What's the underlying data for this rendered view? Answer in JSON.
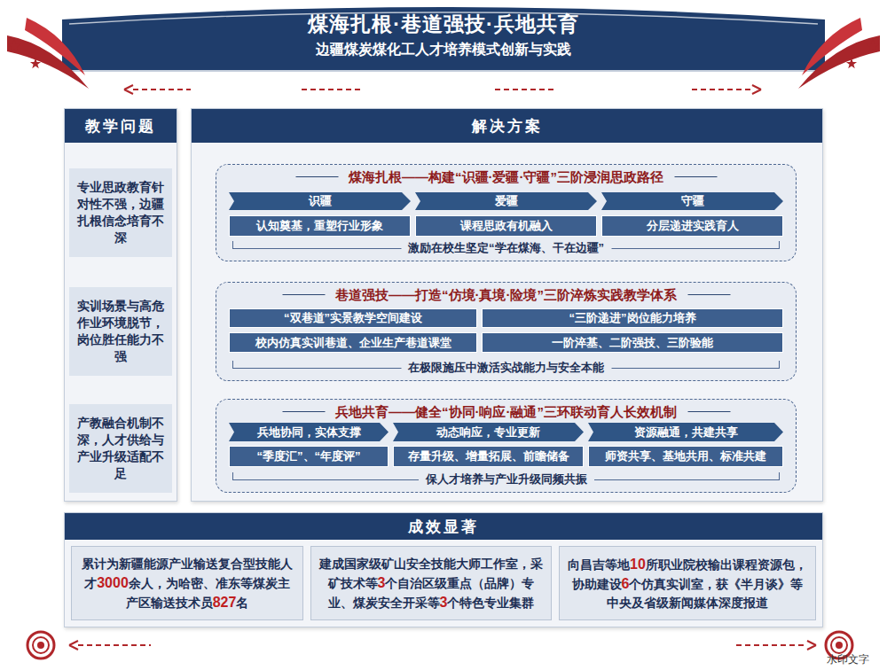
{
  "diagram": {
    "title": "煤海扎根·巷道强技·兵地共育",
    "nodes": [
      {
        "text": [
          "教学问题"
        ]
      },
      {
        "text": [
          "专业思政教育针对性不强，边疆扎根信念培育不深"
        ],
        "in": 0
      },
      {
        "text": [
          "实训场景与高危作业环境脱节，岗位胜任能力不强"
        ],
        "in": 0
      },
      {
        "text": [
          "产教融合机制不深，人才供给与产业升级适配不足"
        ],
        "in": 0
      },
      {
        "text": [
          "解决方案"
        ]
      },
      {
        "text": [
          "煤海扎根——构建“识疆·爱疆·守疆”三阶浸润思政路径",
          "激励在校生坚定“学在煤海、干在边疆”"
        ],
        "in": 4
      },
      {
        "text": [
          "识疆"
        ],
        "in": 5
      },
      {
        "text": [
          "爱疆"
        ],
        "in": 5
      },
      {
        "text": [
          "守疆"
        ],
        "in": 5
      },
      {
        "text": [
          "认知奠基，重塑行业形象"
        ],
        "in": 5
      },
      {
        "text": [
          "课程思政有机融入"
        ],
        "in": 5
      },
      {
        "text": [
          "分层递进实践育人"
        ],
        "in": 5
      },
      {
        "text": [
          "巷道强技——打造“仿境·真境·险境”三阶淬炼实践教学体系",
          "在极限施压中激活实战能力与安全本能"
        ],
        "in": 4
      },
      {
        "text": [
          "“双巷道”实景教学空间建设"
        ],
        "in": 12
      },
      {
        "text": [
          "“三阶递进”岗位能力培养"
        ],
        "in": 12
      },
      {
        "text": [
          "校内仿真实训巷道、企业生产巷道课堂"
        ],
        "in": 12
      },
      {
        "text": [
          "一阶淬基、二阶强技、三阶验能"
        ],
        "in": 12
      },
      {
        "text": [
          "兵地共育——健全“协同·响应·融通”三环联动育人长效机制",
          "保人才培养与产业升级同频共振"
        ],
        "in": 4
      },
      {
        "text": [
          "兵地协同，实体支撑"
        ],
        "in": 17
      },
      {
        "text": [
          "动态响应，专业更新"
        ],
        "in": 17
      },
      {
        "text": [
          "资源融通，共建共享"
        ],
        "in": 17
      },
      {
        "text": [
          "“季度汇”、“年度评”"
        ],
        "in": 17
      },
      {
        "text": [
          "存量升级、增量拓展、前瞻储备"
        ],
        "in": 17
      },
      {
        "text": [
          "师资共享、基地共用、标准共建"
        ],
        "in": 17
      },
      {
        "text": [
          "成效显著"
        ]
      },
      {
        "text": [
          "累计为新疆能源产业输送复合型技能人才3000余人，为哈密、准东等煤炭主产区输送技术员827名"
        ],
        "in": 24
      },
      {
        "text": [
          "建成国家级矿山安全技能大师工作室，采矿技术等3个自治区级重点（品牌）专业、煤炭安全开采等3个特色专业集群"
        ],
        "in": 24
      },
      {
        "text": [
          "向昌吉等地10所职业院校输出课程资源包，协助建设6个仿真实训室，获《半月谈》等中央及省级新闻媒体深度报道"
        ],
        "in": 24
      }
    ],
    "labels": [
      "边疆煤炭煤化工人才培养模式创新与实践",
      "★★★★★",
      "★★★★★",
      "水印文字"
    ]
  }
}
